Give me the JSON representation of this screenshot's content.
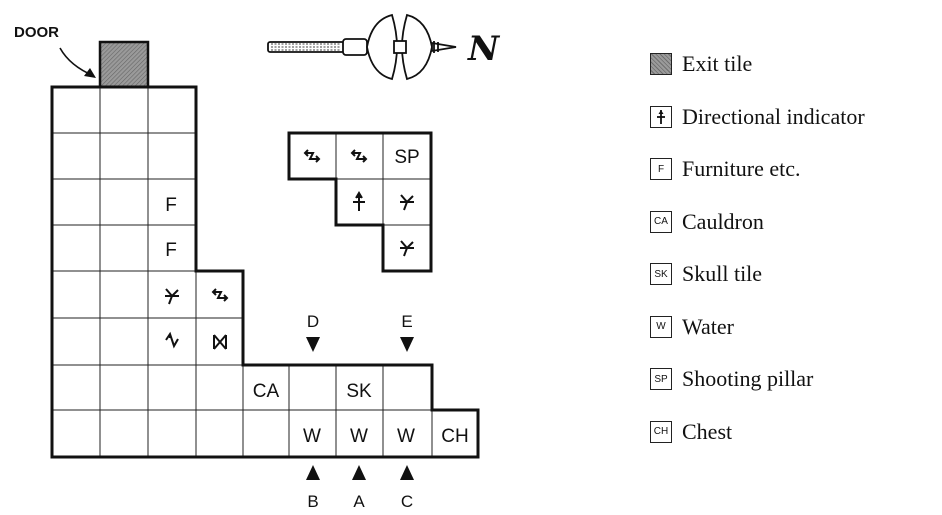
{
  "door_label": "DOOR",
  "north_label": "N",
  "cells": {
    "f1": "F",
    "f2": "F",
    "ca": "CA",
    "sk": "SK",
    "w1": "W",
    "w2": "W",
    "w3": "W",
    "ch": "CH",
    "sp": "SP"
  },
  "pointers": {
    "d": "D",
    "e": "E",
    "b": "B",
    "a": "A",
    "c": "C"
  },
  "legend": [
    {
      "icon": "exit-tile-icon",
      "code": "",
      "label": "Exit tile"
    },
    {
      "icon": "directional-indicator-icon",
      "code": "",
      "label": "Directional indicator"
    },
    {
      "icon": "furniture-icon",
      "code": "F",
      "label": "Furniture etc."
    },
    {
      "icon": "cauldron-icon",
      "code": "CA",
      "label": "Cauldron"
    },
    {
      "icon": "skull-tile-icon",
      "code": "SK",
      "label": "Skull tile"
    },
    {
      "icon": "water-icon",
      "code": "W",
      "label": "Water"
    },
    {
      "icon": "shooting-pillar-icon",
      "code": "SP",
      "label": "Shooting pillar"
    },
    {
      "icon": "chest-icon",
      "code": "CH",
      "label": "Chest"
    }
  ]
}
